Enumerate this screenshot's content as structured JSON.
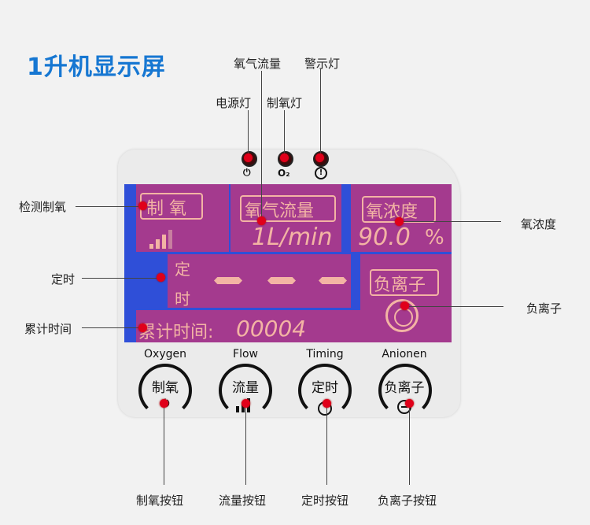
{
  "title": "1升机显示屏",
  "callouts": {
    "oxygen_flow": "氧气流量",
    "warning_light": "警示灯",
    "power_light": "电源灯",
    "oxygen_light": "制氧灯",
    "detect_oxygen": "检测制氧",
    "oxygen_concentration": "氧浓度",
    "timer": "定时",
    "anion": "负离子",
    "cumulative_time": "累计时间",
    "oxygen_button": "制氧按钮",
    "flow_button": "流量按钮",
    "timer_button": "定时按钮",
    "anion_button": "负离子按钮"
  },
  "indicators": {
    "power_symbol": "⏻",
    "o2_symbol": "O₂",
    "warning_symbol": "!"
  },
  "lcd": {
    "oxygen_label": "制 氧",
    "flow_label": "氧气流量",
    "flow_value": "1L/min",
    "concentration_label": "氧浓度",
    "concentration_value": "90.0",
    "concentration_unit": "%",
    "timer_label_1": "定",
    "timer_label_2": "时",
    "anion_label": "负离子",
    "cumulative_label": "累计时间:",
    "cumulative_value": "00004"
  },
  "buttons": [
    {
      "en": "Oxygen",
      "zh": "制氧",
      "icon": "power-icon"
    },
    {
      "en": "Flow",
      "zh": "流量",
      "icon": "bars-icon"
    },
    {
      "en": "Timing",
      "zh": "定时",
      "icon": "clock-icon"
    },
    {
      "en": "Anionen",
      "zh": "负离子",
      "icon": "minus-icon"
    }
  ]
}
